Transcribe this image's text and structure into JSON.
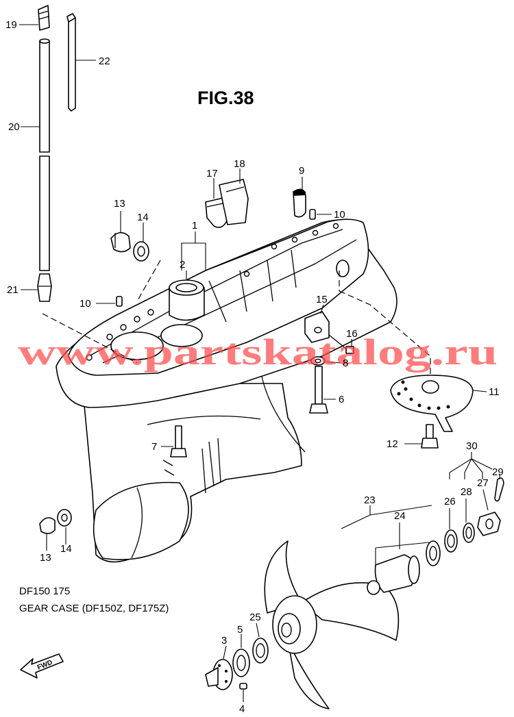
{
  "figure": {
    "title": "FIG.38",
    "caption_line1": "DF150 175",
    "caption_line2": "GEAR CASE (DF150Z, DF175Z)",
    "fwd_badge": "FWD",
    "watermark": "www.partskatalog.ru",
    "watermark_color": "#ff4a4a"
  },
  "callouts": {
    "c1": "1",
    "c2": "2",
    "c3": "3",
    "c4": "4",
    "c5": "5",
    "c6": "6",
    "c7": "7",
    "c8": "8",
    "c9": "9",
    "c10a": "10",
    "c10b": "10",
    "c11": "11",
    "c12": "12",
    "c13a": "13",
    "c13b": "13",
    "c14a": "14",
    "c14b": "14",
    "c15": "15",
    "c16": "16",
    "c17": "17",
    "c18": "18",
    "c19": "19",
    "c20": "20",
    "c21": "21",
    "c22": "22",
    "c23": "23",
    "c24": "24",
    "c25": "25",
    "c26": "26",
    "c27": "27",
    "c28": "28",
    "c29": "29",
    "c30": "30"
  }
}
